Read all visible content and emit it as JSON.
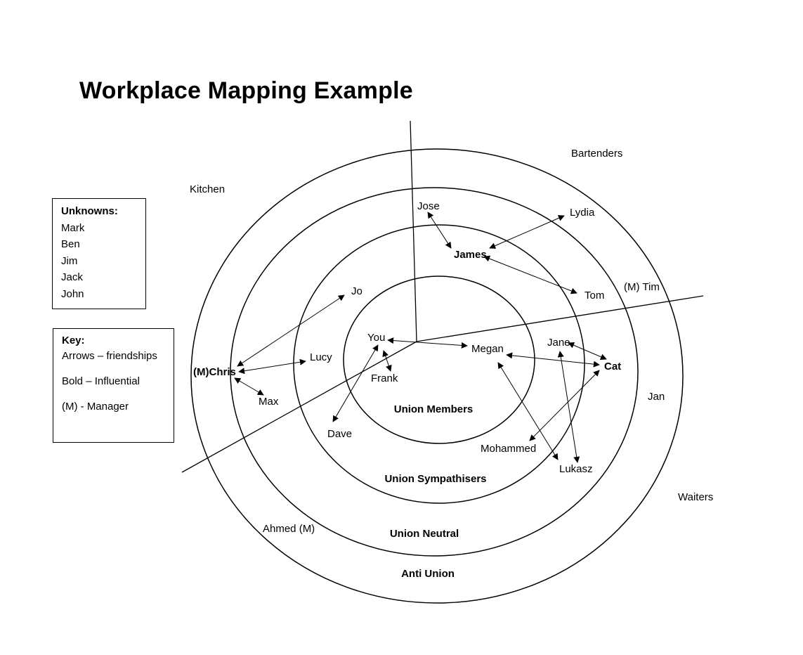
{
  "title": "Workplace Mapping Example",
  "unknowns": {
    "heading": "Unknowns:",
    "names": [
      "Mark",
      "Ben",
      "Jim",
      "Jack",
      "John"
    ]
  },
  "key": {
    "heading": "Key:",
    "items": [
      "Arrows – friendships",
      "Bold – Influential",
      "(M) - Manager"
    ]
  },
  "rings": {
    "members": "Union Members",
    "sympathisers": "Union Sympathisers",
    "neutral": "Union Neutral",
    "anti": "Anti Union"
  },
  "sections": {
    "kitchen": "Kitchen",
    "bartenders": "Bartenders",
    "waiters": "Waiters"
  },
  "people": {
    "jose": "Jose",
    "lydia": "Lydia",
    "james": "James",
    "tom": "Tom",
    "tim": "(M) Tim",
    "jo": "Jo",
    "you": "You",
    "megan": "Megan",
    "jane": "Jane",
    "cat": "Cat",
    "chris": "(M)Chris",
    "lucy": "Lucy",
    "frank": "Frank",
    "max": "Max",
    "jan": "Jan",
    "dave": "Dave",
    "mohammed": "Mohammed",
    "lukasz": "Lukasz",
    "ahmed": "Ahmed (M)"
  },
  "influential": [
    "James",
    "Cat",
    "(M)Chris"
  ]
}
